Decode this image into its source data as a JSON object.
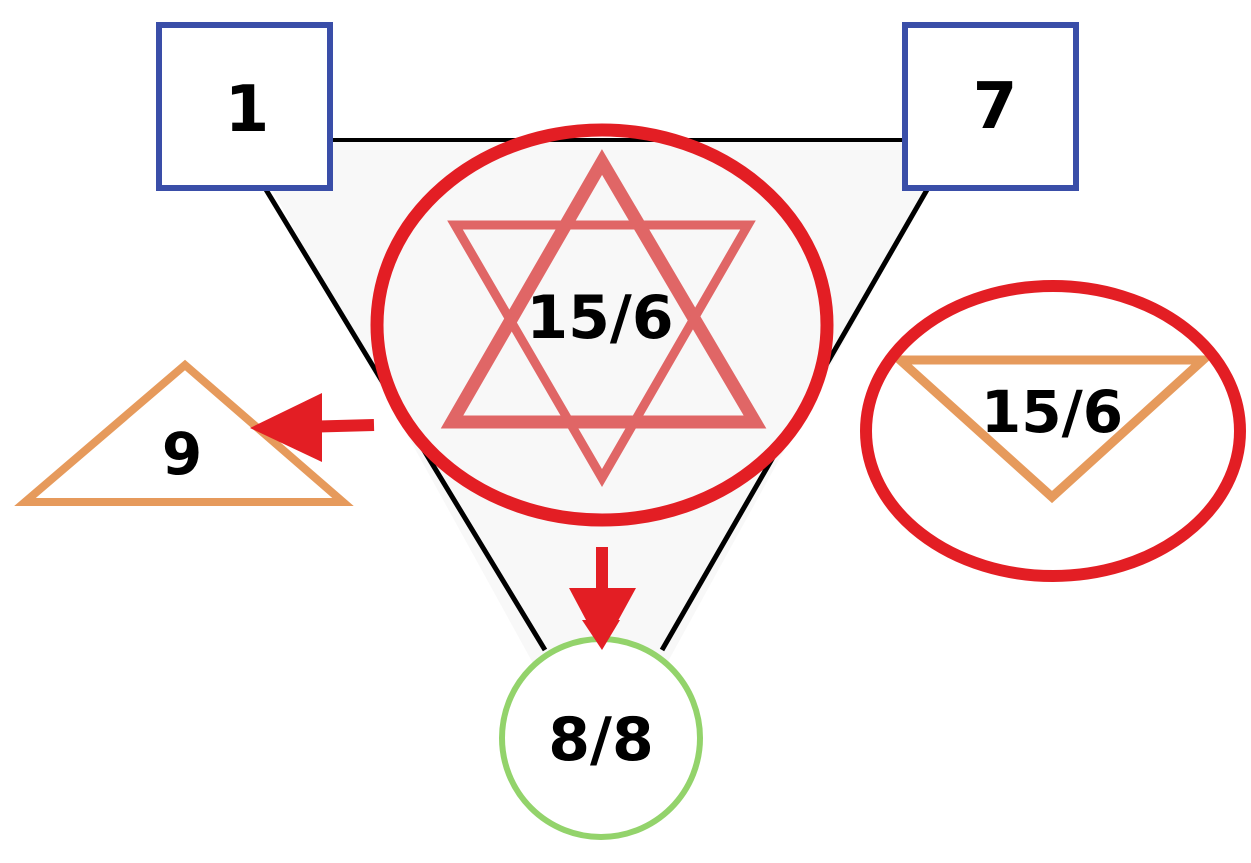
{
  "diagram": {
    "top_left_box": {
      "label": "1"
    },
    "top_right_box": {
      "label": "7"
    },
    "center_star": {
      "label": "15/6"
    },
    "left_triangle": {
      "label": "9"
    },
    "right_triangle": {
      "label": "15/6"
    },
    "bottom_circle": {
      "label": "8/8"
    }
  },
  "colors": {
    "box_border": "#3a4ea8",
    "funnel_fill": "#f8f8f8",
    "funnel_stroke": "#000000",
    "highlight_ellipse": "#e31e24",
    "star": "#e06666",
    "triangle": "#e69a5c",
    "arrow": "#e31e24",
    "circle": "#93d36b"
  }
}
